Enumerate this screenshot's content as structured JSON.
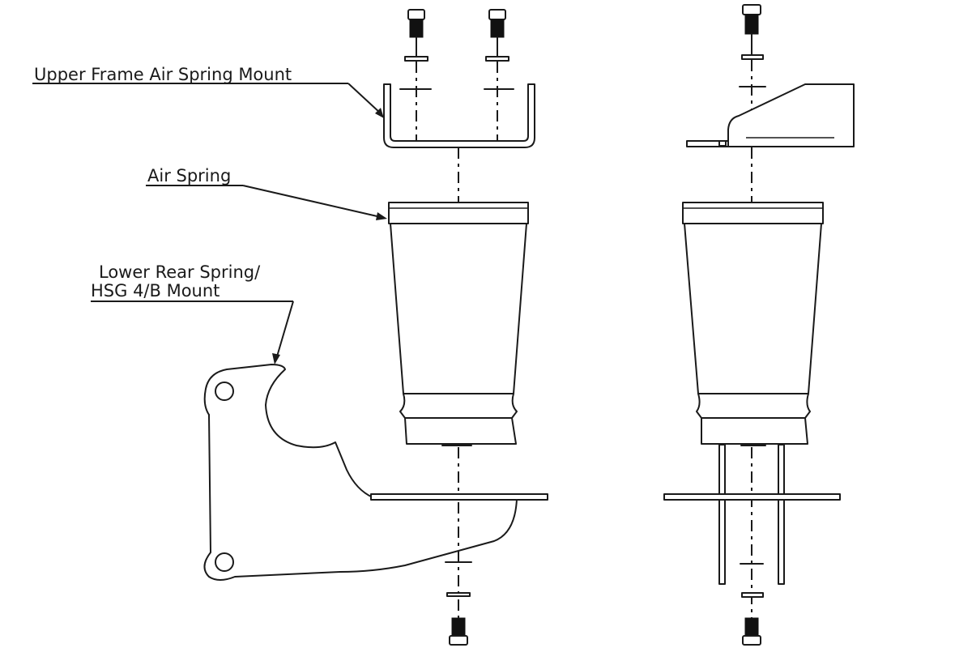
{
  "diagram": {
    "type": "exploded-assembly-drawing",
    "views": [
      "side-view",
      "front-view"
    ],
    "labels": {
      "upper_mount": "Upper Frame Air Spring Mount",
      "air_spring": "Air Spring",
      "lower_mount_line1": "Lower Rear Spring/",
      "lower_mount_line2": "HSG 4/B Mount"
    },
    "components": [
      {
        "id": "upper-frame-air-spring-mount",
        "label": "Upper Frame Air Spring Mount"
      },
      {
        "id": "air-spring",
        "label": "Air Spring"
      },
      {
        "id": "lower-rear-spring-hsg-mount",
        "label": "Lower Rear Spring/ HSG 4/B Mount"
      },
      {
        "id": "bolt",
        "label": ""
      },
      {
        "id": "washer",
        "label": ""
      }
    ],
    "colors": {
      "line": "#1a1a1a",
      "background": "#ffffff"
    }
  }
}
